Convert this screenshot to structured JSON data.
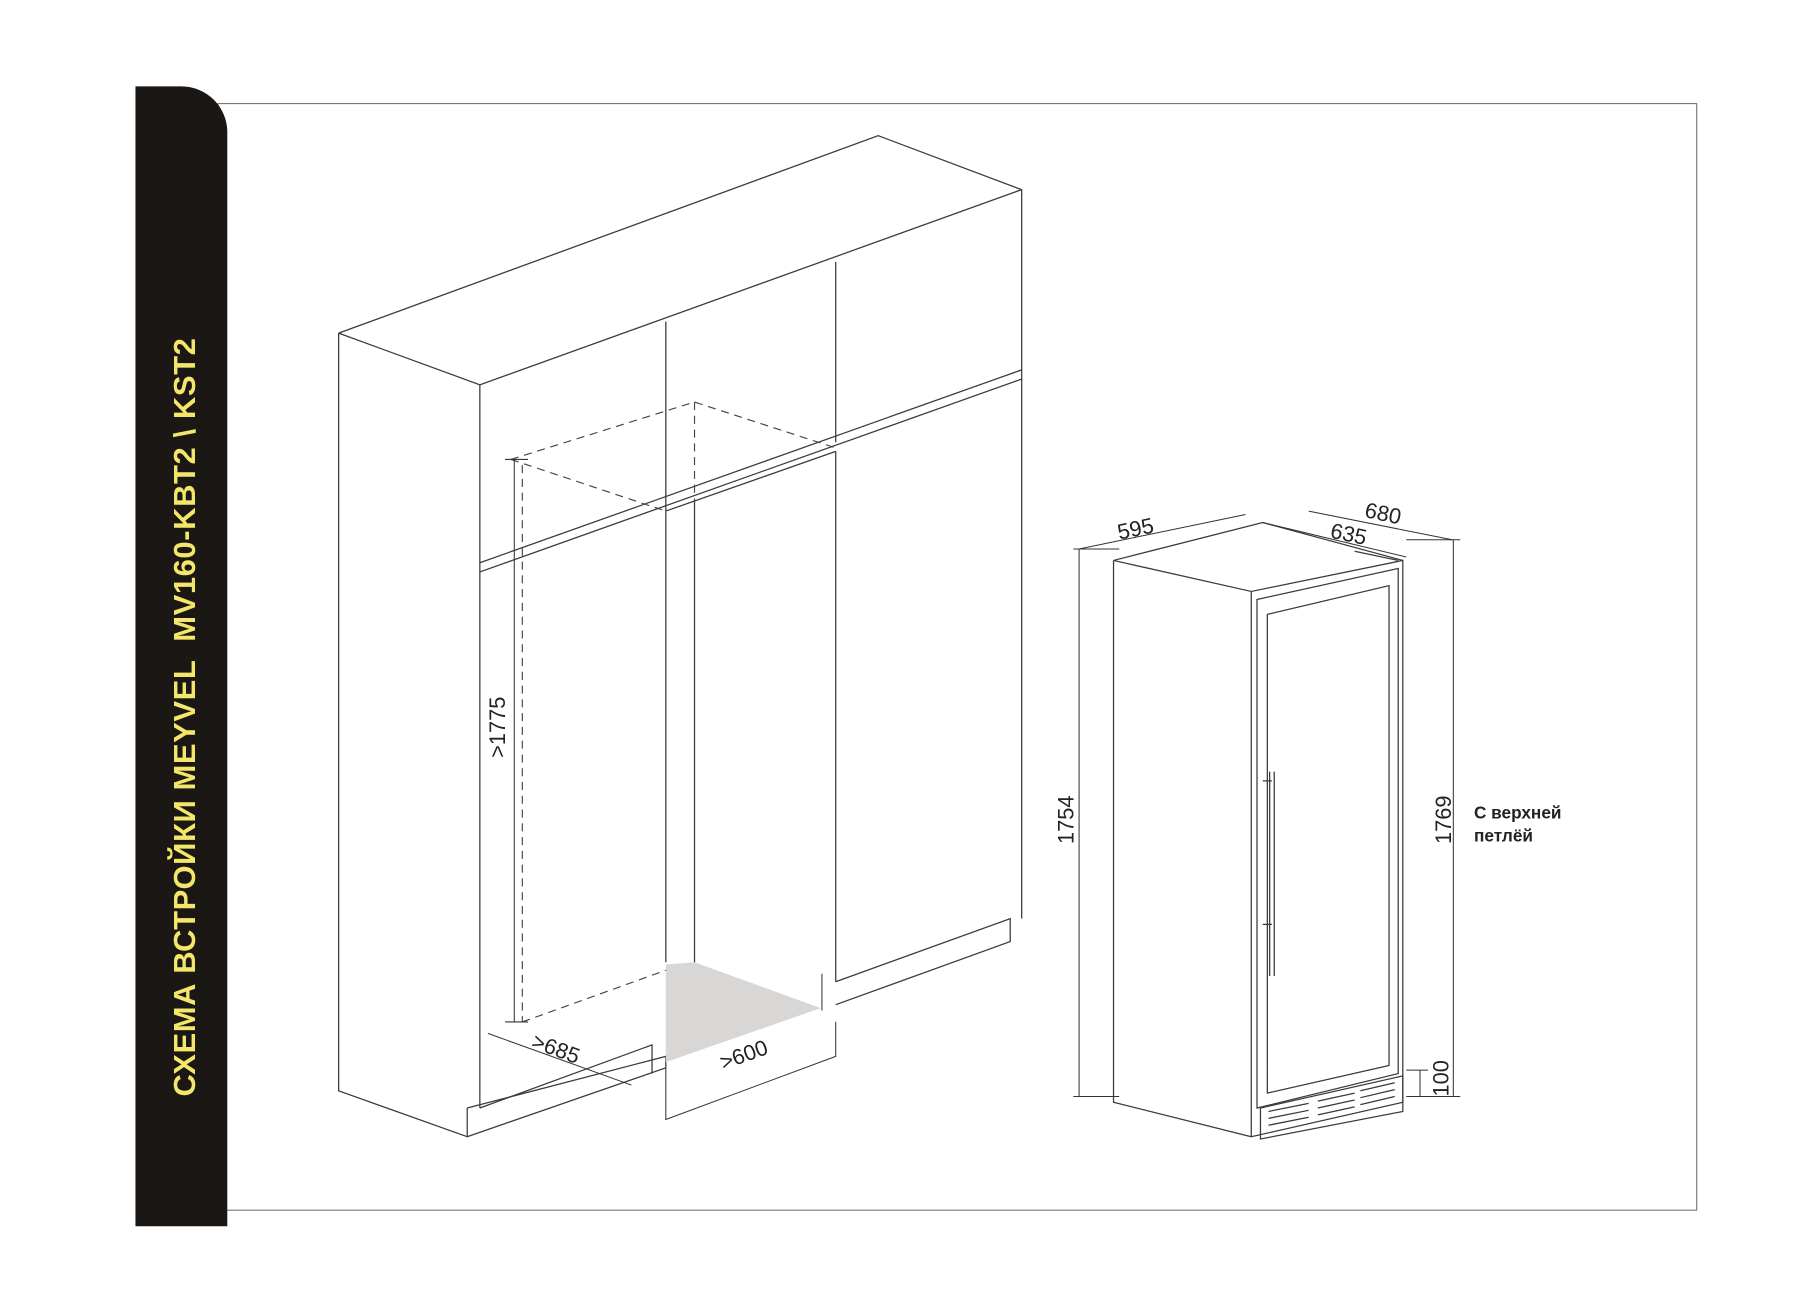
{
  "sidebar": {
    "title": "СХЕМА ВСТРОЙКИ MEYVEL  MV160-KBT2 \\ KST2",
    "background": "#1a1714",
    "text_color": "#f3e66a"
  },
  "niche": {
    "height_label": ">1775",
    "depth_label": ">685",
    "width_label": ">600"
  },
  "appliance": {
    "width_label": "595",
    "depth_with_handle_label": "680",
    "depth_label": "635",
    "height_label": "1754",
    "height_with_hinge_label": "1769",
    "plinth_label": "100",
    "note_line1": "С верхней",
    "note_line2": "петлёй"
  }
}
